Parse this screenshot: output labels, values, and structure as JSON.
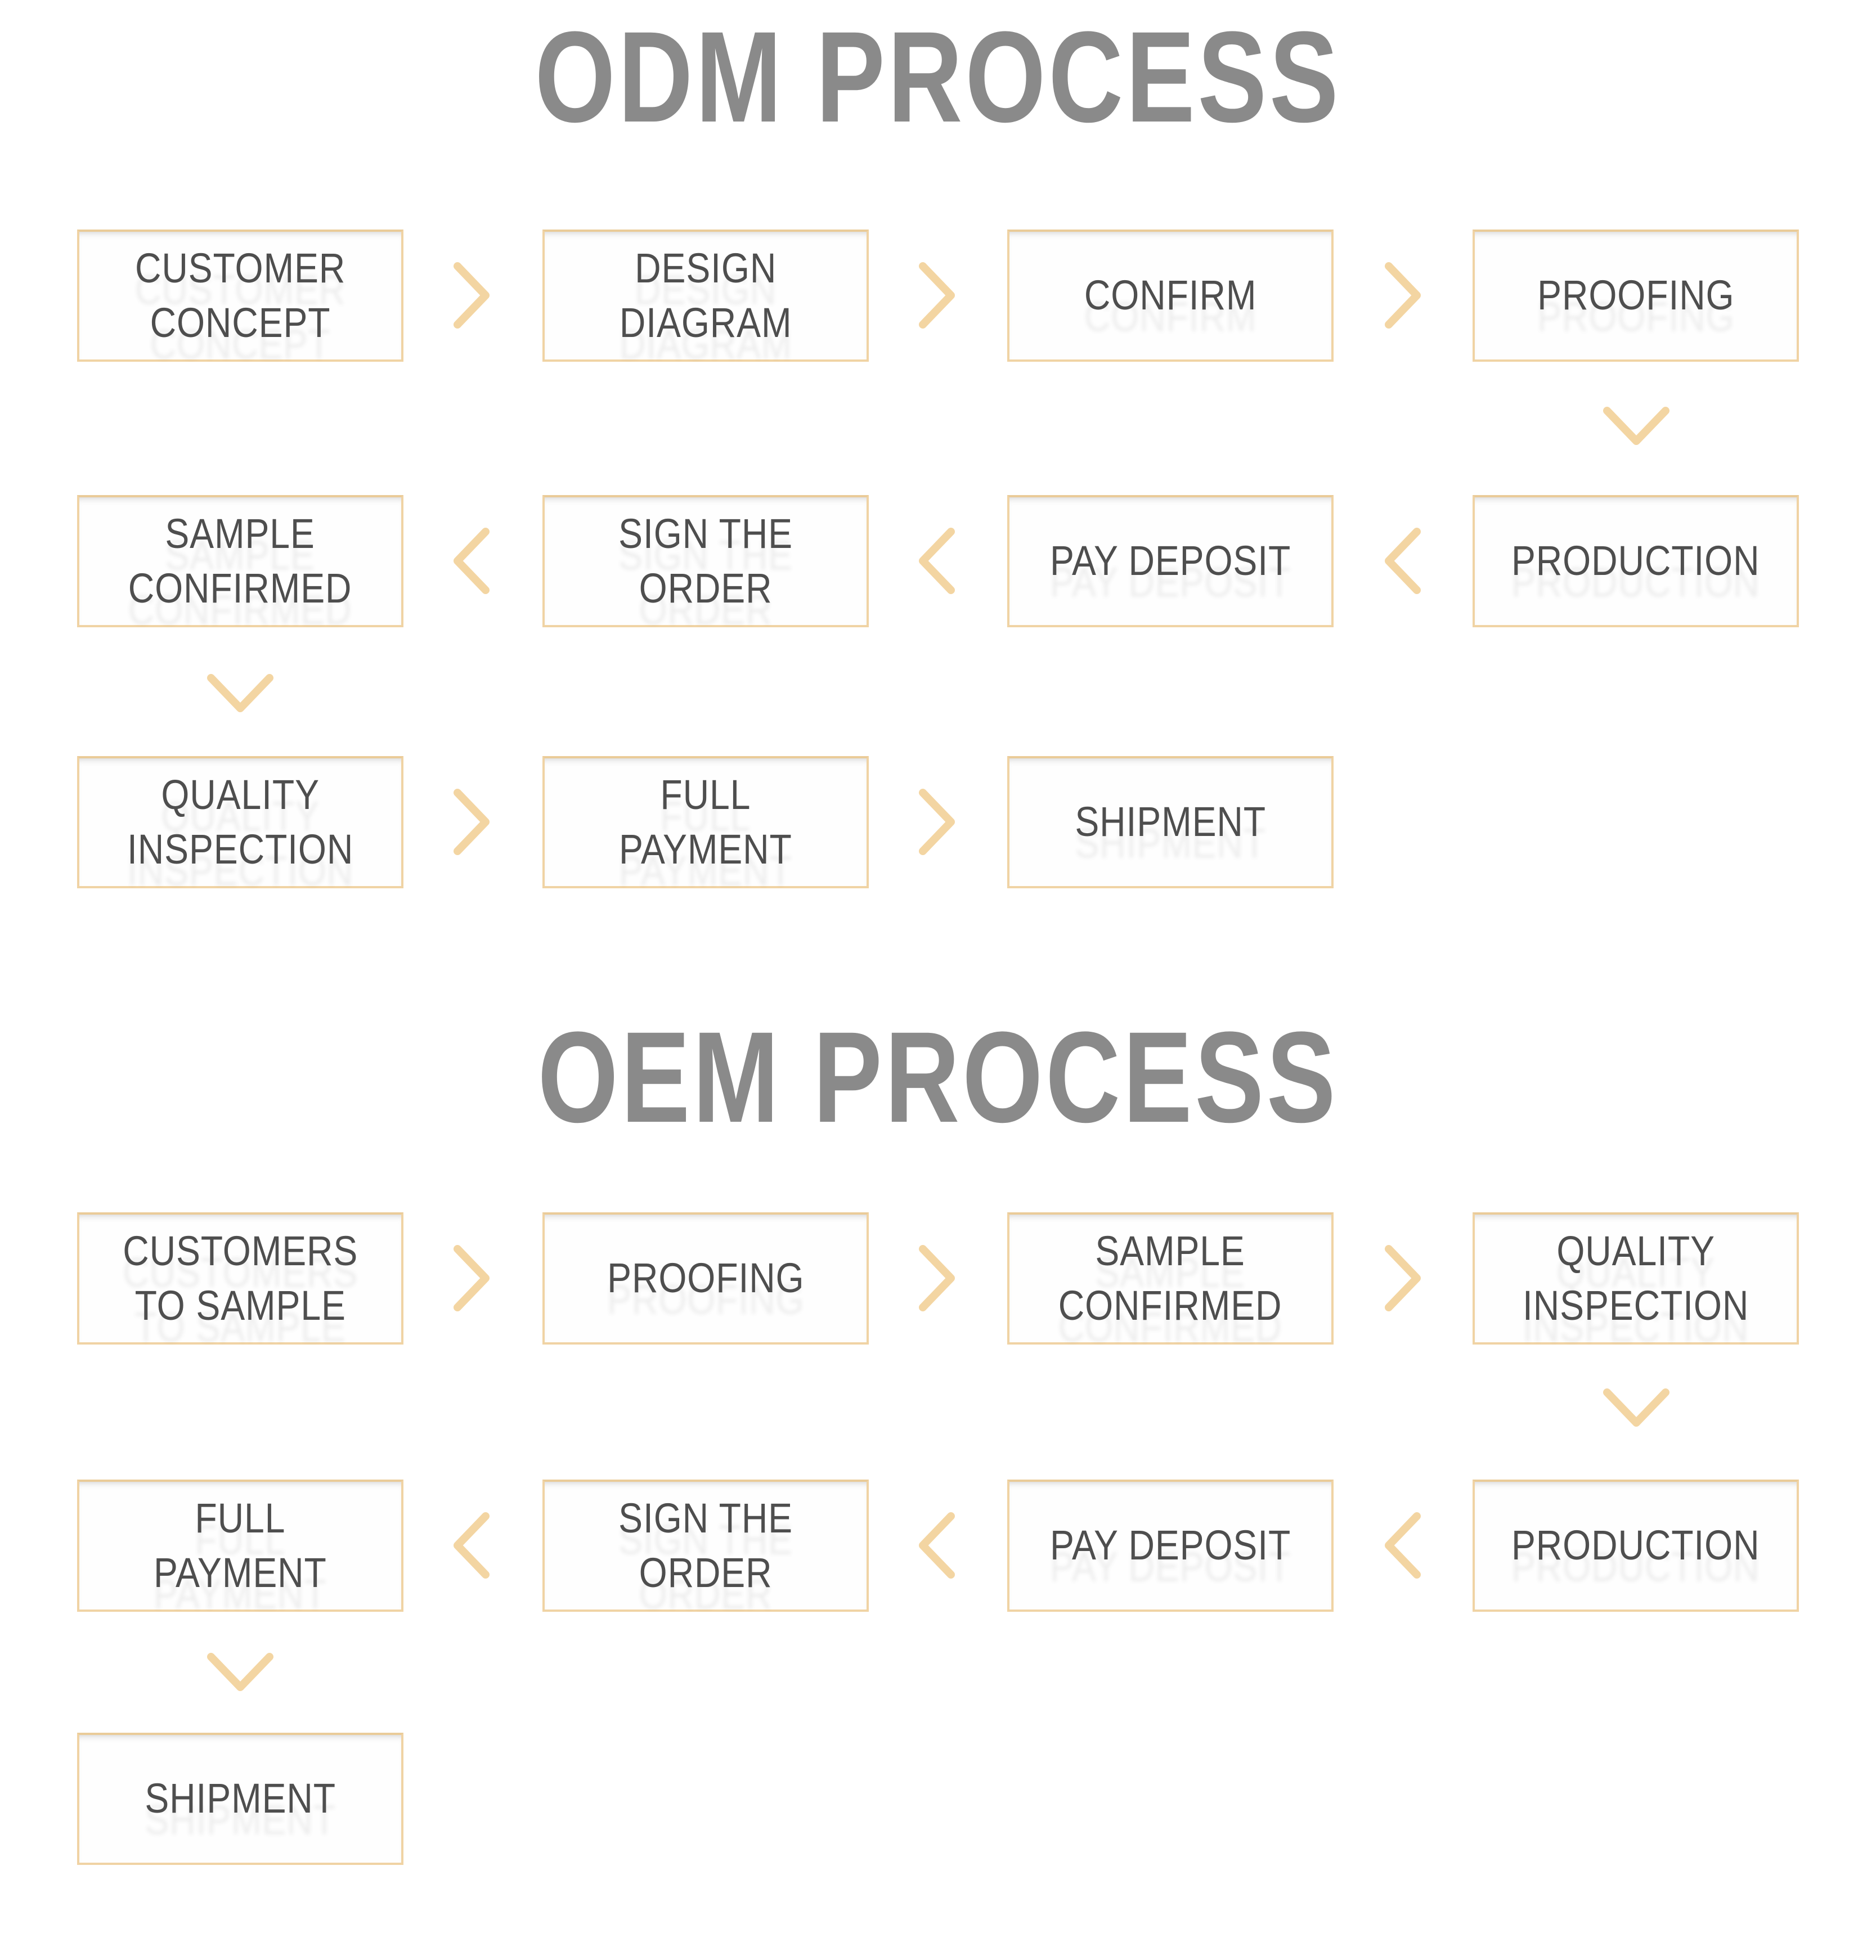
{
  "colors": {
    "box_border": "#F0D3A4",
    "chevron": "#F3D5A2",
    "title_gray": "#8A8A8A",
    "label_gray": "#4E4E4E",
    "background": "#FFFFFF"
  },
  "odm": {
    "title": "ODM PROCESS",
    "row1": [
      "CUSTOMER\nCONCEPT",
      "DESIGN\nDIAGRAM",
      "CONFIRM",
      "PROOFING"
    ],
    "row2": [
      "SAMPLE\nCONFIRMED",
      "SIGN THE\nORDER",
      "PAY DEPOSIT",
      "PRODUCTION"
    ],
    "row3": [
      "QUALITY\nINSPECTION",
      "FULL\nPAYMENT",
      "SHIPMENT"
    ]
  },
  "oem": {
    "title": "OEM PROCESS",
    "row1": [
      "CUSTOMERS\nTO SAMPLE",
      "PROOFING",
      "SAMPLE\nCONFIRMED",
      "QUALITY\nINSPECTION"
    ],
    "row2": [
      "FULL\nPAYMENT",
      "SIGN THE\nORDER",
      "PAY DEPOSIT",
      "PRODUCTION"
    ],
    "row3": [
      "SHIPMENT"
    ]
  }
}
